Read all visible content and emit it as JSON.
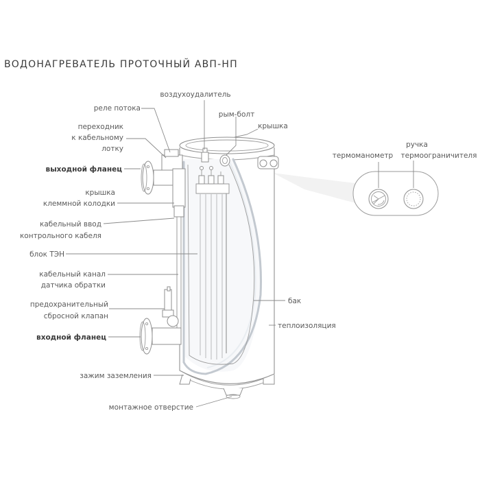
{
  "title": "ВОДОНАГРЕВАТЕЛЬ ПРОТОЧНЫЙ АВП-НП",
  "labels": {
    "air_vent": "воздухоудалитель",
    "flow_relay": "реле потока",
    "eye_bolt": "рым-болт",
    "top_cover": "крышка",
    "adapter_line1": "переходник",
    "adapter_line2": "к кабельному",
    "adapter_line3": "лотку",
    "outlet_flange": "выходной фланец",
    "terminal_cover_line1": "крышка",
    "terminal_cover_line2": "клеммной колодки",
    "cable_entry_line1": "кабельный ввод",
    "cable_entry_line2": "контрольного кабеля",
    "heater_block": "блок ТЭН",
    "sensor_channel_line1": "кабельный канал",
    "sensor_channel_line2": "датчика обратки",
    "relief_valve_line1": "предохранительный",
    "relief_valve_line2": "сбросной клапан",
    "inlet_flange": "входной фланец",
    "ground_clamp": "зажим заземления",
    "mount_hole": "монтажное отверстие",
    "tank": "бак",
    "insulation": "теплоизоляция",
    "thermomanometer": "термоманометр",
    "limiter_knob_line1": "ручка",
    "limiter_knob_line2": "термоограничителя"
  },
  "colors": {
    "outline": "#8f8f8f",
    "highlight": "#c3c9d0",
    "label": "#5a5a5a",
    "callout_fill": "#f2f2f2"
  }
}
